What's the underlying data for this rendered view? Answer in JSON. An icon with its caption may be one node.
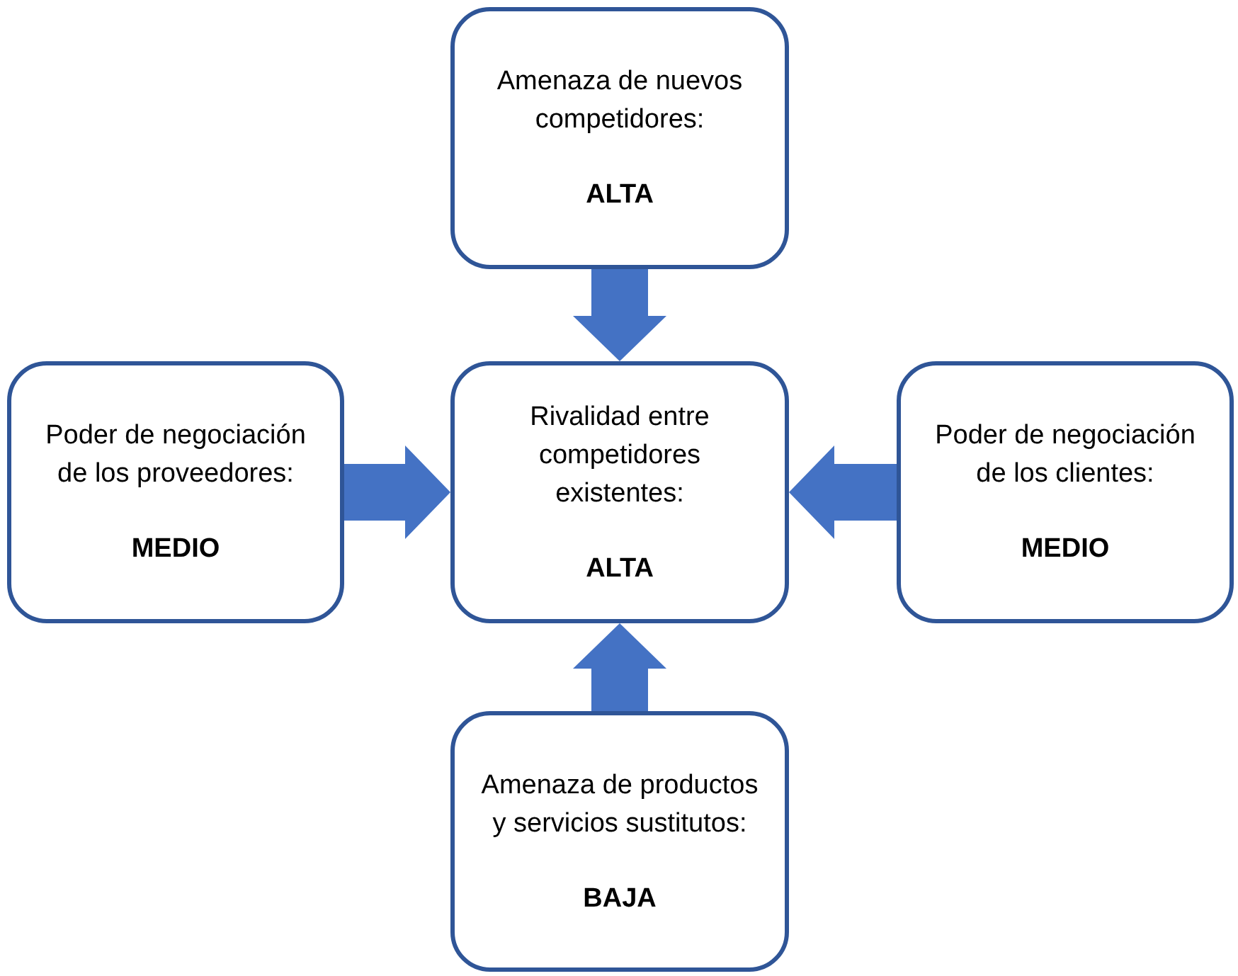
{
  "diagram": {
    "nodes": [
      {
        "text": [
          "Amenaza de nuevos competidores:",
          "ALTA"
        ]
      },
      {
        "text": [
          "Poder de negociación de los proveedores:",
          "MEDIO"
        ]
      },
      {
        "text": [
          "Rivalidad entre competidores existentes:",
          "ALTA"
        ]
      },
      {
        "text": [
          "Poder de negociación de los clientes:",
          "MEDIO"
        ]
      },
      {
        "text": [
          "Amenaza de productos y servicios sustitutos:",
          "BAJA"
        ]
      }
    ],
    "edges": [
      {
        "from": 0,
        "to": 2,
        "arrow": "to"
      },
      {
        "from": 1,
        "to": 2,
        "arrow": "to"
      },
      {
        "from": 3,
        "to": 2,
        "arrow": "to"
      },
      {
        "from": 4,
        "to": 2,
        "arrow": "to"
      }
    ]
  }
}
